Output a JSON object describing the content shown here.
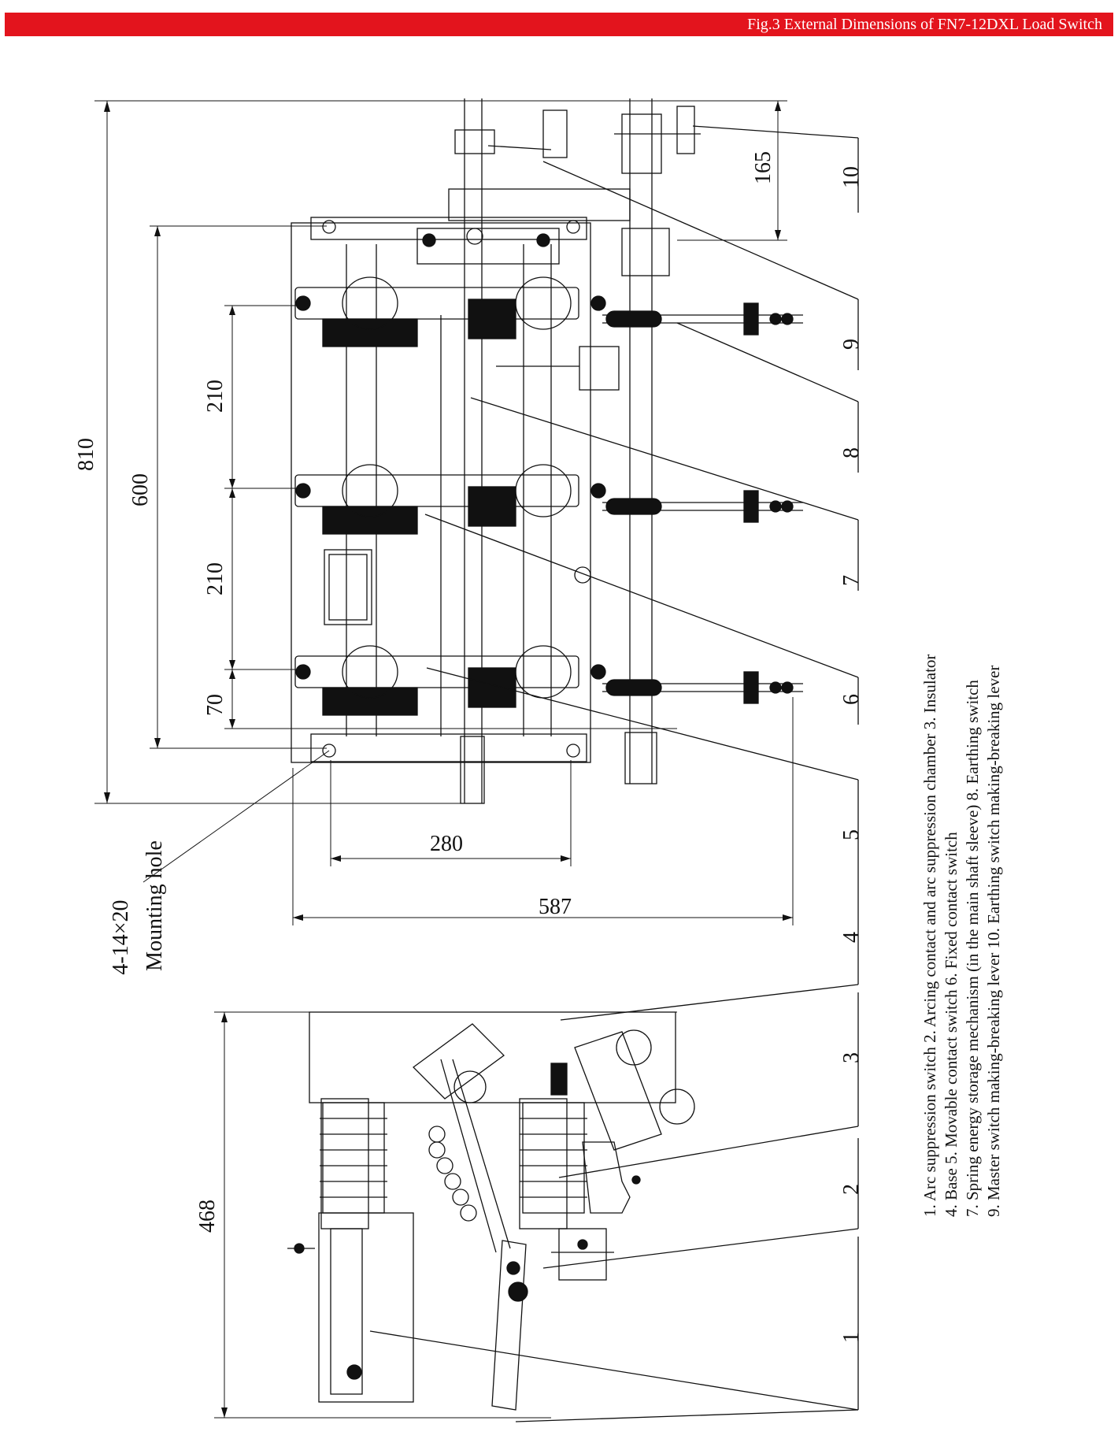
{
  "header": {
    "title": "Fig.3 External Dimensions of FN7-12DXL Load Switch"
  },
  "dimensions": {
    "d810": "810",
    "d600": "600",
    "d210a": "210",
    "d210b": "210",
    "d70": "70",
    "d165": "165",
    "d280": "280",
    "d587": "587",
    "d468": "468"
  },
  "mounting": {
    "spec": "4-14×20",
    "label": "Mounting hole"
  },
  "callouts": [
    "1",
    "2",
    "3",
    "4",
    "5",
    "6",
    "7",
    "8",
    "9",
    "10"
  ],
  "legend": {
    "line1": "1. Arc suppression switch    2. Arcing contact and arc suppression chamber  3. Insulator",
    "line2": "4. Base   5. Movable contact switch   6. Fixed contact switch",
    "line3": "7. Spring energy storage mechanism (in the main shaft sleeve)   8. Earthing switch",
    "line4": "9. Master switch making-breaking lever    10. Earthing switch making-breaking lever"
  },
  "nameplate": {
    "line1": "",
    "line2": ""
  },
  "colors": {
    "header_bg": "#e3141d",
    "header_text": "#ffffff",
    "line": "#111111"
  }
}
